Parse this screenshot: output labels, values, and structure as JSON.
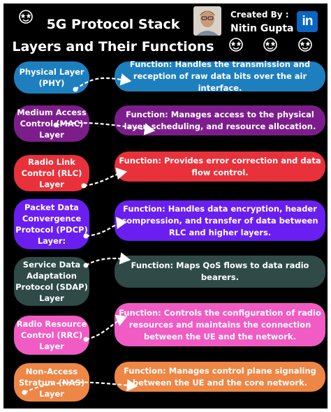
{
  "header": {
    "title_line1": "5G Protocol Stack",
    "title_line2": "Layers and Their Functions",
    "created_by_label": "Created By :",
    "author_name": "Nitin Gupta",
    "linkedin_text": "in"
  },
  "colors": {
    "physical": "#1e7fbf",
    "mac": "#7d1d8c",
    "rlc": "#e8313a",
    "pdcp": "#6a1ef0",
    "sdap": "#2f4a47",
    "rrc": "#f15bc4",
    "nas": "#ee8645"
  },
  "layers": [
    {
      "name": "Physical Layer (PHY)",
      "function": "Function: Handles the transmission and reception of raw data bits over the air interface."
    },
    {
      "name": "Medium Access Control (MAC) Layer",
      "function": "Function: Manages access to the physical layer, scheduling, and resource allocation."
    },
    {
      "name": "Radio Link Control (RLC) Layer",
      "function": "Function: Provides error correction and data flow control."
    },
    {
      "name": "Packet Data Convergence Protocol (PDCP) Layer:",
      "function": "Function: Handles data encryption, header compression, and transfer of data between RLC and higher layers."
    },
    {
      "name": "Service Data Adaptation Protocol (SDAP) Layer",
      "function": "Function: Maps QoS flows to data radio bearers."
    },
    {
      "name": "Radio Resource Control (RRC) Layer",
      "function": "Function: Controls the configuration of radio resources and maintains the connection between the UE and the network."
    },
    {
      "name": "Non-Access Stratum (NAS) Layer",
      "function": "Function: Manages control plane signaling between the UE and the core network."
    }
  ]
}
